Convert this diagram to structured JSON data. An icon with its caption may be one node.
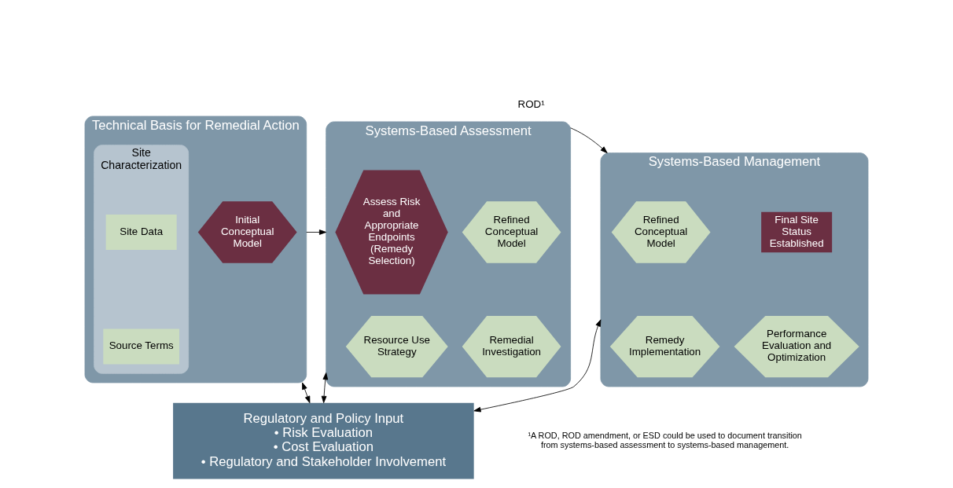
{
  "diagram": {
    "nodes": [
      {
        "text": [
          "Technical Basis for Remedial Action"
        ]
      },
      {
        "text": [
          "Site Characterization"
        ],
        "in": 0
      },
      {
        "text": [
          "Site Data"
        ],
        "in": 1
      },
      {
        "text": [
          "Source Terms"
        ],
        "in": 1
      },
      {
        "text": [
          "Initial Conceptual Model"
        ],
        "in": 0
      },
      {
        "text": [
          "Systems-Based Assessment"
        ]
      },
      {
        "text": [
          "Refined Conceptual Model"
        ],
        "in": 5
      },
      {
        "text": [
          "Assess Risk and Appropriate Endpoints",
          "(Remedy Selection)"
        ],
        "in": 5
      },
      {
        "text": [
          "Remedial Investigation"
        ],
        "in": 5
      },
      {
        "text": [
          "Resource Use Strategy"
        ],
        "in": 5
      },
      {
        "text": [
          "Systems-Based Management"
        ]
      },
      {
        "text": [
          "Refined Conceptual Model"
        ],
        "in": 10
      },
      {
        "text": [
          "Final Site Status Established"
        ],
        "in": 10
      },
      {
        "text": [
          "Remedy Implementation"
        ],
        "in": 10
      },
      {
        "text": [
          "Performance Evaluation and Optimization"
        ],
        "in": 10
      },
      {
        "text": [
          "Regulatory and Policy Input",
          "• Risk Evaluation",
          "• Cost Evaluation",
          "• Regulatory and Stakeholder Involvement"
        ]
      }
    ],
    "edges": [
      {
        "from": 0,
        "to": 5,
        "arrow": "to"
      },
      {
        "from": 5,
        "to": 10,
        "arrow": "to",
        "label": "ROD¹"
      },
      {
        "from": 0,
        "to": 15,
        "arrow": "both"
      },
      {
        "from": 5,
        "to": 15,
        "arrow": "both"
      },
      {
        "from": 10,
        "to": 15,
        "arrow": "both"
      }
    ],
    "labels": [
      "¹A ROD, ROD amendment, or ESD could be used to document transition from systems-based assessment to systems-based management."
    ]
  }
}
